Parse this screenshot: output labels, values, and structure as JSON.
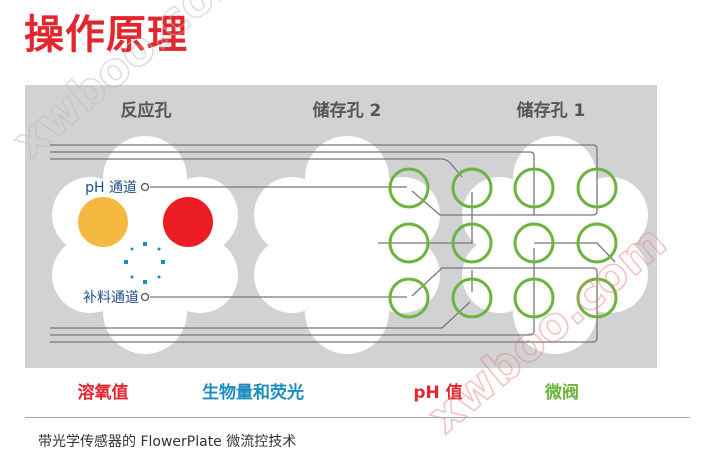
{
  "title": "操作原理",
  "headers": {
    "reaction": "反应孔",
    "storage2": "储存孔 2",
    "storage1": "储存孔 1"
  },
  "channels": {
    "ph": "pH 通道",
    "feed": "补料通道"
  },
  "legend": [
    {
      "label": "溶氧值",
      "color": "#e3262d"
    },
    {
      "label": "生物量和荧光",
      "color": "#1b8bc0"
    },
    {
      "label": "pH 值",
      "color": "#e3262d"
    },
    {
      "label": "微阀",
      "color": "#6db33f"
    }
  ],
  "caption": "带光学传感器的 FlowerPlate 微流控技术",
  "colors": {
    "panel": "#d1d2d4",
    "oxygen_sensor": "#f5b942",
    "ph_sensor": "#ec1c24",
    "biomass": "#1b8bc0",
    "valve": "#6db33f"
  },
  "watermark": "xwboo.com"
}
